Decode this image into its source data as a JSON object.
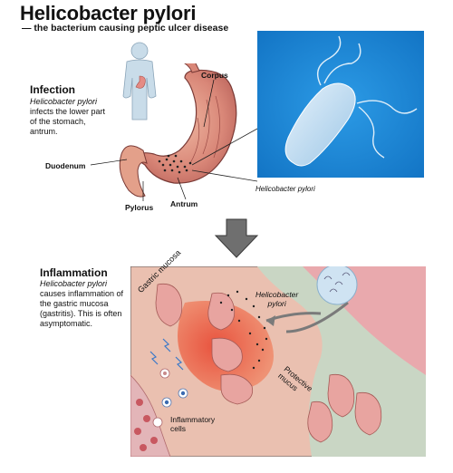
{
  "title": "Helicobacter pylori",
  "subtitle": "— the bacterium causing peptic ulcer disease",
  "infection": {
    "heading": "Infection",
    "organism": "Helicobacter pylori",
    "text": "infects the lower part of the stomach, antrum."
  },
  "stomach_labels": {
    "corpus": "Corpus",
    "duodenum": "Duodenum",
    "pylorus": "Pylorus",
    "antrum": "Antrum"
  },
  "micrograph_caption": "Helicobacter pylori",
  "inflammation": {
    "heading": "Inflammation",
    "organism": "Helicobacter pylori",
    "text": "causes inflammation of the gastric mucosa (gastritis). This is often asymptomatic."
  },
  "tissue_labels": {
    "gastric_mucosa": "Gastric mucosa",
    "hp_line1": "Helicobacter",
    "hp_line2": "pylori",
    "protective_line1": "Protective",
    "protective_line2": "mucus",
    "inflammatory_line1": "Inflammatory",
    "inflammatory_line2": "cells"
  },
  "colors": {
    "micrograph_bg": "#1e88d8",
    "tissue_pink": "#e9a9ad",
    "inflamed_red": "#e8402a",
    "mucus_green": "#c9d6c4",
    "arrow_gray": "#6f6f6f"
  }
}
